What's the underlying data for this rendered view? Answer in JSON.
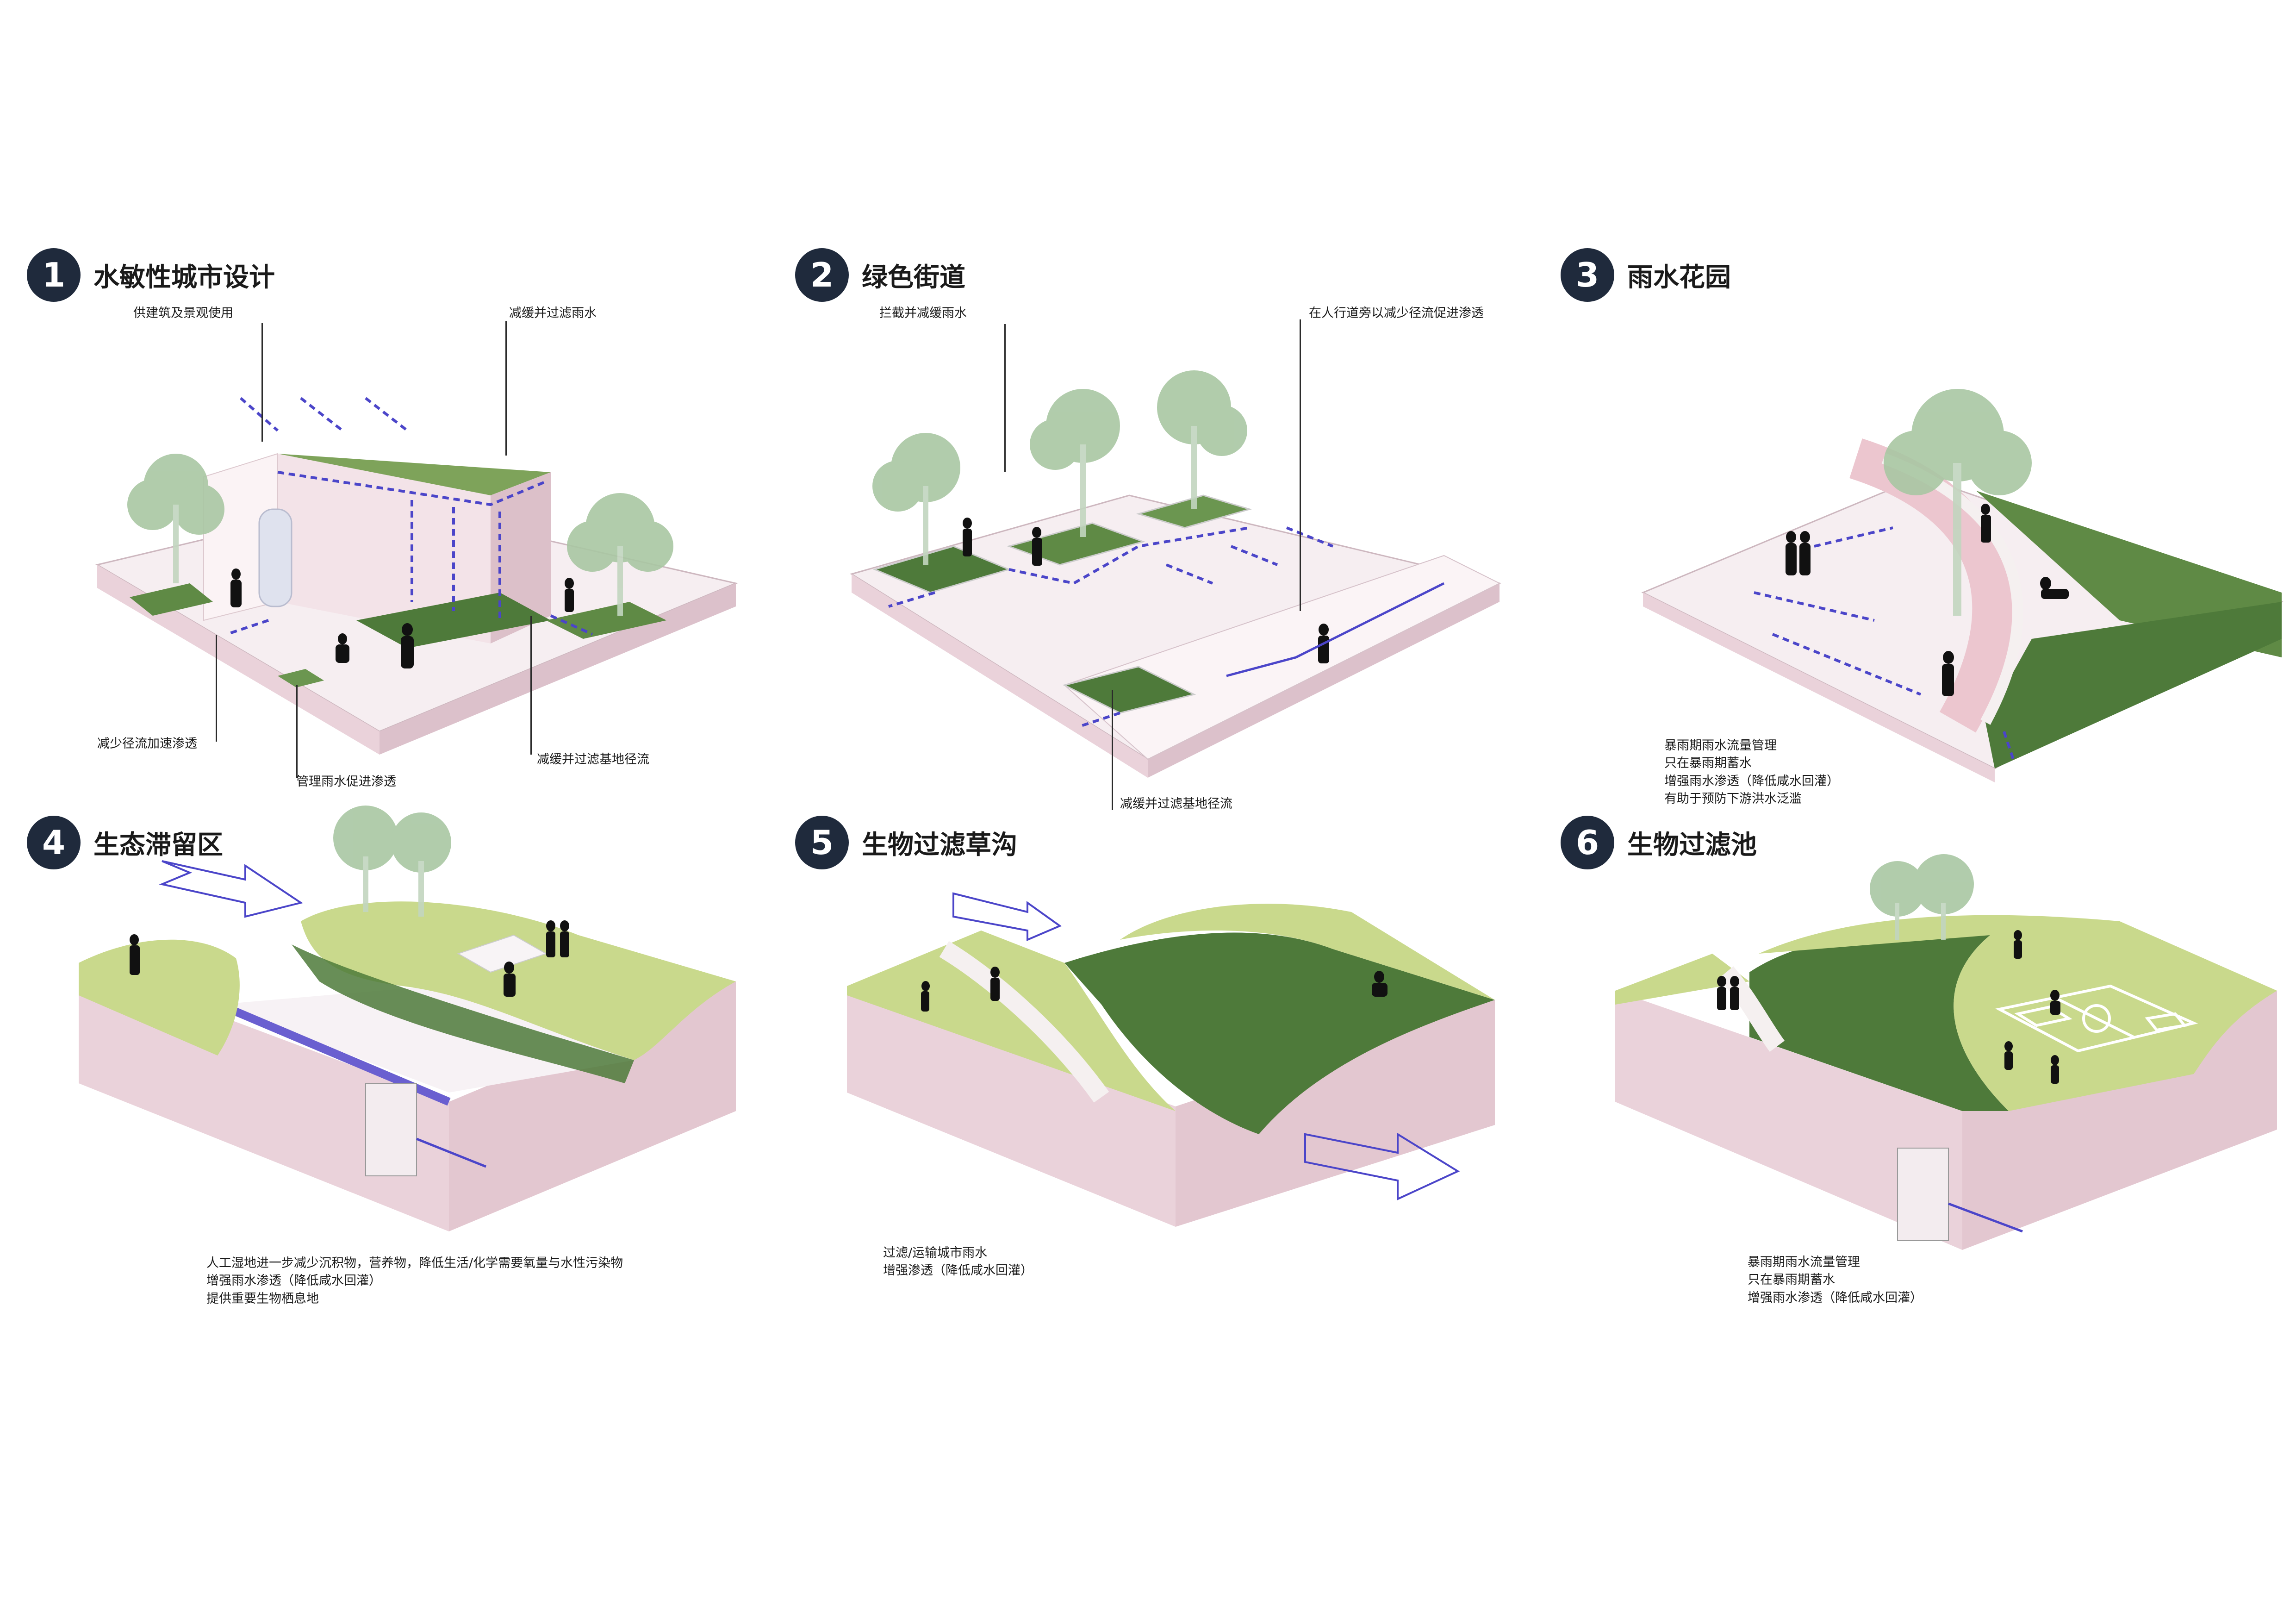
{
  "colors": {
    "badge": "#1f2a3c",
    "grass": "#c9d98c",
    "grass_dark": "#4e7a3a",
    "wall": "#ead2da",
    "water": "#6a5fd0",
    "tree": "#a9c7a3",
    "figure": "#111111"
  },
  "panels": [
    {
      "number": "1",
      "title": "水敏性城市设计",
      "labels": [
        {
          "tag": "",
          "text": "供建筑及景观使用"
        },
        {
          "tag": "",
          "text": "减缓并过滤雨水"
        },
        {
          "tag": "",
          "text": "减少径流加速渗透"
        },
        {
          "tag": "",
          "text": "管理雨水促进渗透"
        },
        {
          "tag": "",
          "text": "减缓并过滤基地径流"
        }
      ],
      "description": []
    },
    {
      "number": "2",
      "title": "绿色街道",
      "labels": [
        {
          "tag": "",
          "text": "拦截并减缓雨水"
        },
        {
          "tag": "",
          "text": "在人行道旁以减少径流促进渗透"
        },
        {
          "tag": "",
          "text": "减缓并过滤基地径流"
        }
      ],
      "description": []
    },
    {
      "number": "3",
      "title": "雨水花园",
      "labels": [],
      "description": [
        "暴雨期雨水流量管理",
        "只在暴雨期蓄水",
        "增强雨水渗透（降低咸水回灌）",
        "有助于预防下游洪水泛滥"
      ]
    },
    {
      "number": "4",
      "title": "生态滞留区",
      "labels": [],
      "description": [
        "人工湿地进一步减少沉积物，营养物，降低生活/化学需要氧量与水性污染物",
        "增强雨水渗透（降低咸水回灌）",
        "提供重要生物栖息地"
      ]
    },
    {
      "number": "5",
      "title": "生物过滤草沟",
      "labels": [],
      "description": [
        "过滤/运输城市雨水",
        "增强渗透（降低咸水回灌）"
      ]
    },
    {
      "number": "6",
      "title": "生物过滤池",
      "labels": [],
      "description": [
        "暴雨期雨水流量管理",
        "只在暴雨期蓄水",
        "增强雨水渗透（降低咸水回灌）"
      ]
    }
  ]
}
